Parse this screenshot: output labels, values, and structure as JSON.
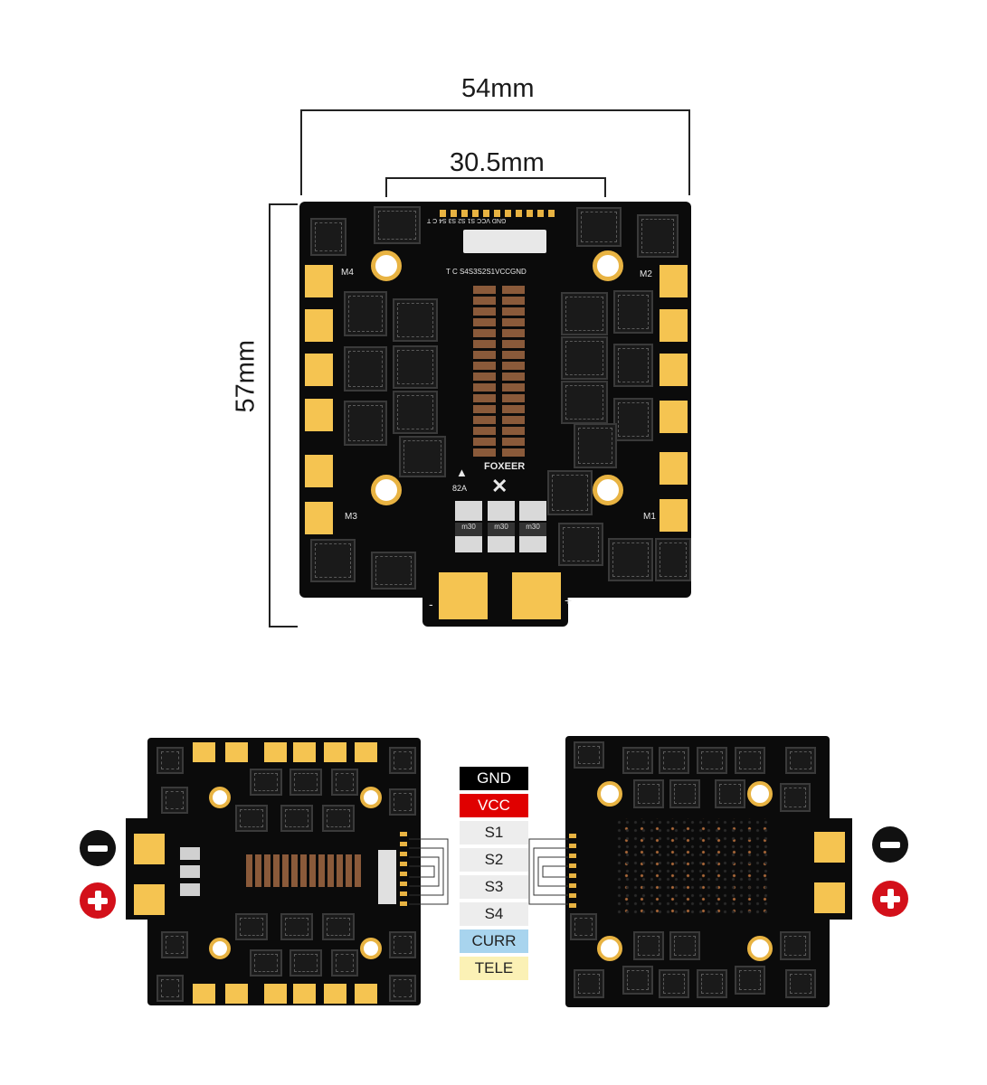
{
  "dimensions": {
    "width_total": "54mm",
    "mount_spacing": "30.5mm",
    "height_total": "57mm"
  },
  "top_board": {
    "brand": "FOXEER",
    "rating": "82A",
    "motor_labels": [
      "M4",
      "M2",
      "M3",
      "M1"
    ],
    "connector_top": "GND VCC S1 S2 S3 S4 C T",
    "connector_bottom": "T C S4S3S2S1VCCGND",
    "shunt_labels": [
      "m30",
      "m30",
      "m30"
    ],
    "power_labels": [
      "-",
      "+"
    ]
  },
  "wire_legend": [
    {
      "label": "GND",
      "bg": "#000000",
      "fg": "#ffffff"
    },
    {
      "label": "VCC",
      "bg": "#e00000",
      "fg": "#ffffff"
    },
    {
      "label": "S1",
      "bg": "#ededed",
      "fg": "#222222"
    },
    {
      "label": "S2",
      "bg": "#ededed",
      "fg": "#222222"
    },
    {
      "label": "S3",
      "bg": "#ededed",
      "fg": "#222222"
    },
    {
      "label": "S4",
      "bg": "#ededed",
      "fg": "#222222"
    },
    {
      "label": "CURR",
      "bg": "#a8d4ee",
      "fg": "#222222"
    },
    {
      "label": "TELE",
      "bg": "#fbf1b5",
      "fg": "#222222"
    }
  ],
  "polarity": {
    "negative": "-",
    "positive": "+"
  },
  "colors": {
    "pad": "#f5c451",
    "board": "#0b0b0b",
    "negative_icon": "#111111",
    "positive_icon": "#d3101a"
  }
}
